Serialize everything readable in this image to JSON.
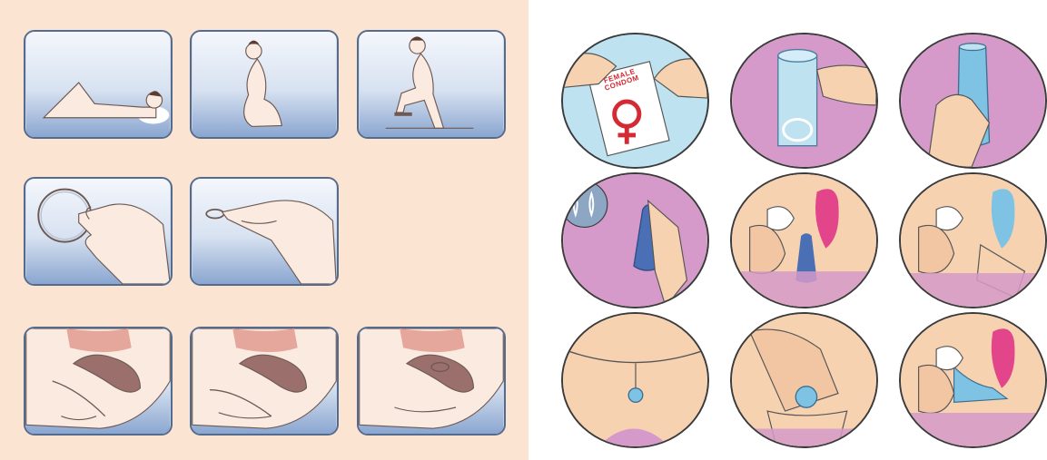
{
  "left_panel": {
    "background": "#fbe4d2",
    "tile_gradient_top": "#f4f7fc",
    "tile_gradient_bottom": "#8aa6d0",
    "tiles": [
      {
        "scene": "lying-down-knees-bent"
      },
      {
        "scene": "squatting"
      },
      {
        "scene": "one-foot-raised"
      },
      {
        "scene": "ring-held-between-fingers"
      },
      {
        "scene": "ring-squeezed-for-insertion"
      },
      {
        "scene": "cross-section-insertion"
      },
      {
        "scene": "cross-section-pushed-upward"
      },
      {
        "scene": "cross-section-in-place"
      }
    ]
  },
  "right_panel": {
    "circle_pink": "#d59ac9",
    "circle_blue": "#bfe2f1",
    "condom_blue": "#7fc3e4",
    "skin": "#f6d2b0",
    "package_brand_lines": [
      "FEMALE",
      "CONDOM"
    ],
    "circles": [
      {
        "scene": "open-package"
      },
      {
        "scene": "inner-ring-view"
      },
      {
        "scene": "hold-condom"
      },
      {
        "scene": "squeeze-inner-ring"
      },
      {
        "scene": "insert-cross-section"
      },
      {
        "scene": "push-inside-cross-section"
      },
      {
        "scene": "outer-ring-outside"
      },
      {
        "scene": "guide-penis"
      },
      {
        "scene": "in-use-cross-section"
      }
    ]
  }
}
